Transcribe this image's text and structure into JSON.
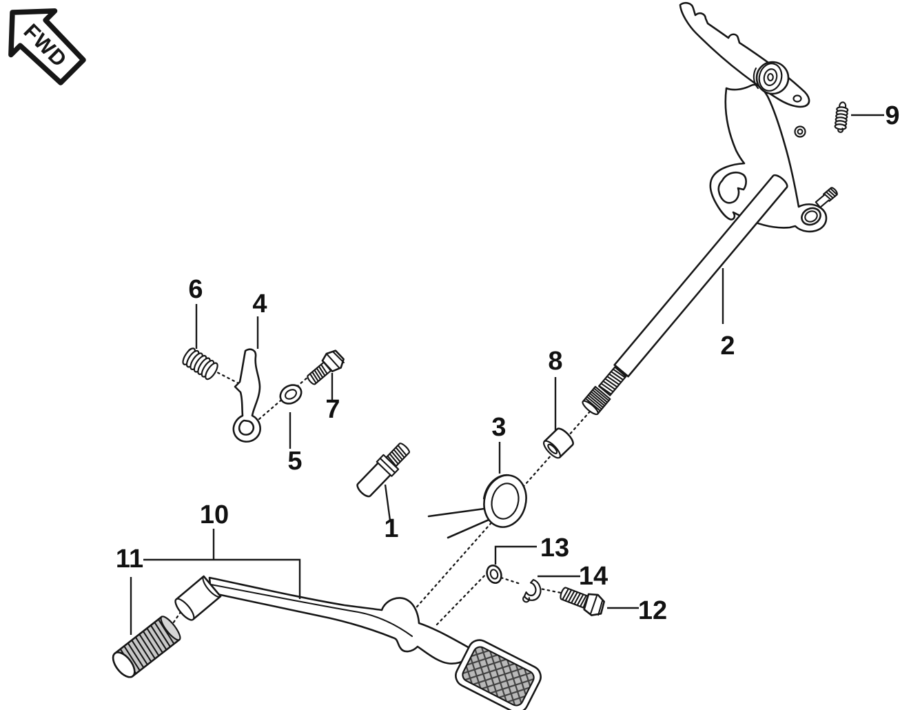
{
  "figure": {
    "orientation_badge": "FWD",
    "callouts": [
      {
        "label": "1"
      },
      {
        "label": "2"
      },
      {
        "label": "3"
      },
      {
        "label": "4"
      },
      {
        "label": "5"
      },
      {
        "label": "6"
      },
      {
        "label": "7"
      },
      {
        "label": "8"
      },
      {
        "label": "9"
      },
      {
        "label": "10"
      },
      {
        "label": "11"
      },
      {
        "label": "12"
      },
      {
        "label": "13"
      },
      {
        "label": "14"
      }
    ],
    "colors": {
      "line": "#161616",
      "background": "#ffffff",
      "pad_fill": "#b9b9b9",
      "pad_hatch": "#3f3f3f",
      "peg_fill": "#c7c7c7"
    }
  }
}
